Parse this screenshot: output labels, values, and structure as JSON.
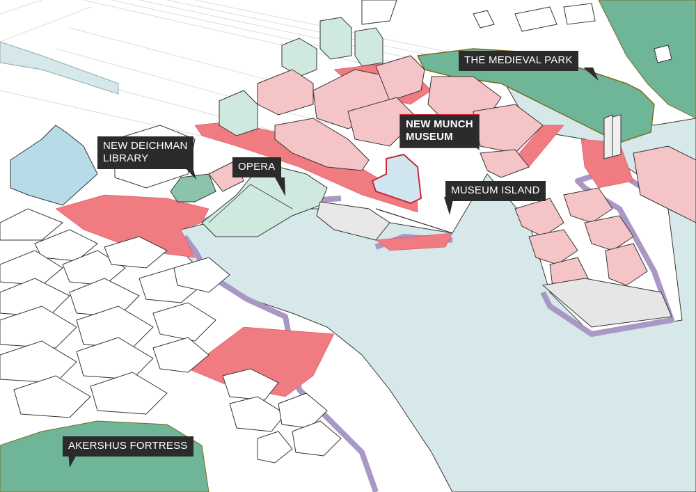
{
  "map": {
    "colors": {
      "water": "#d7e8ea",
      "park": "#6fb597",
      "park_light": "#cfe7df",
      "plaza": "#f07b80",
      "promenade": "#a997c6",
      "new_building": "#f5c4c6",
      "green_building": "#cfe9df",
      "library": "#b7dbe8",
      "existing_building": "#ffffff",
      "outline": "#222222"
    },
    "labels": {
      "medieval_park": "THE MEDIEVAL PARK",
      "munch_line1": "NEW MUNCH",
      "munch_line2": "MUSEUM",
      "deichman_line1": "NEW DEICHMAN",
      "deichman_line2": "LIBRARY",
      "opera": "OPERA",
      "museum_island": "MUSEUM ISLAND",
      "akershus": "AKERSHUS FORTRESS"
    }
  }
}
